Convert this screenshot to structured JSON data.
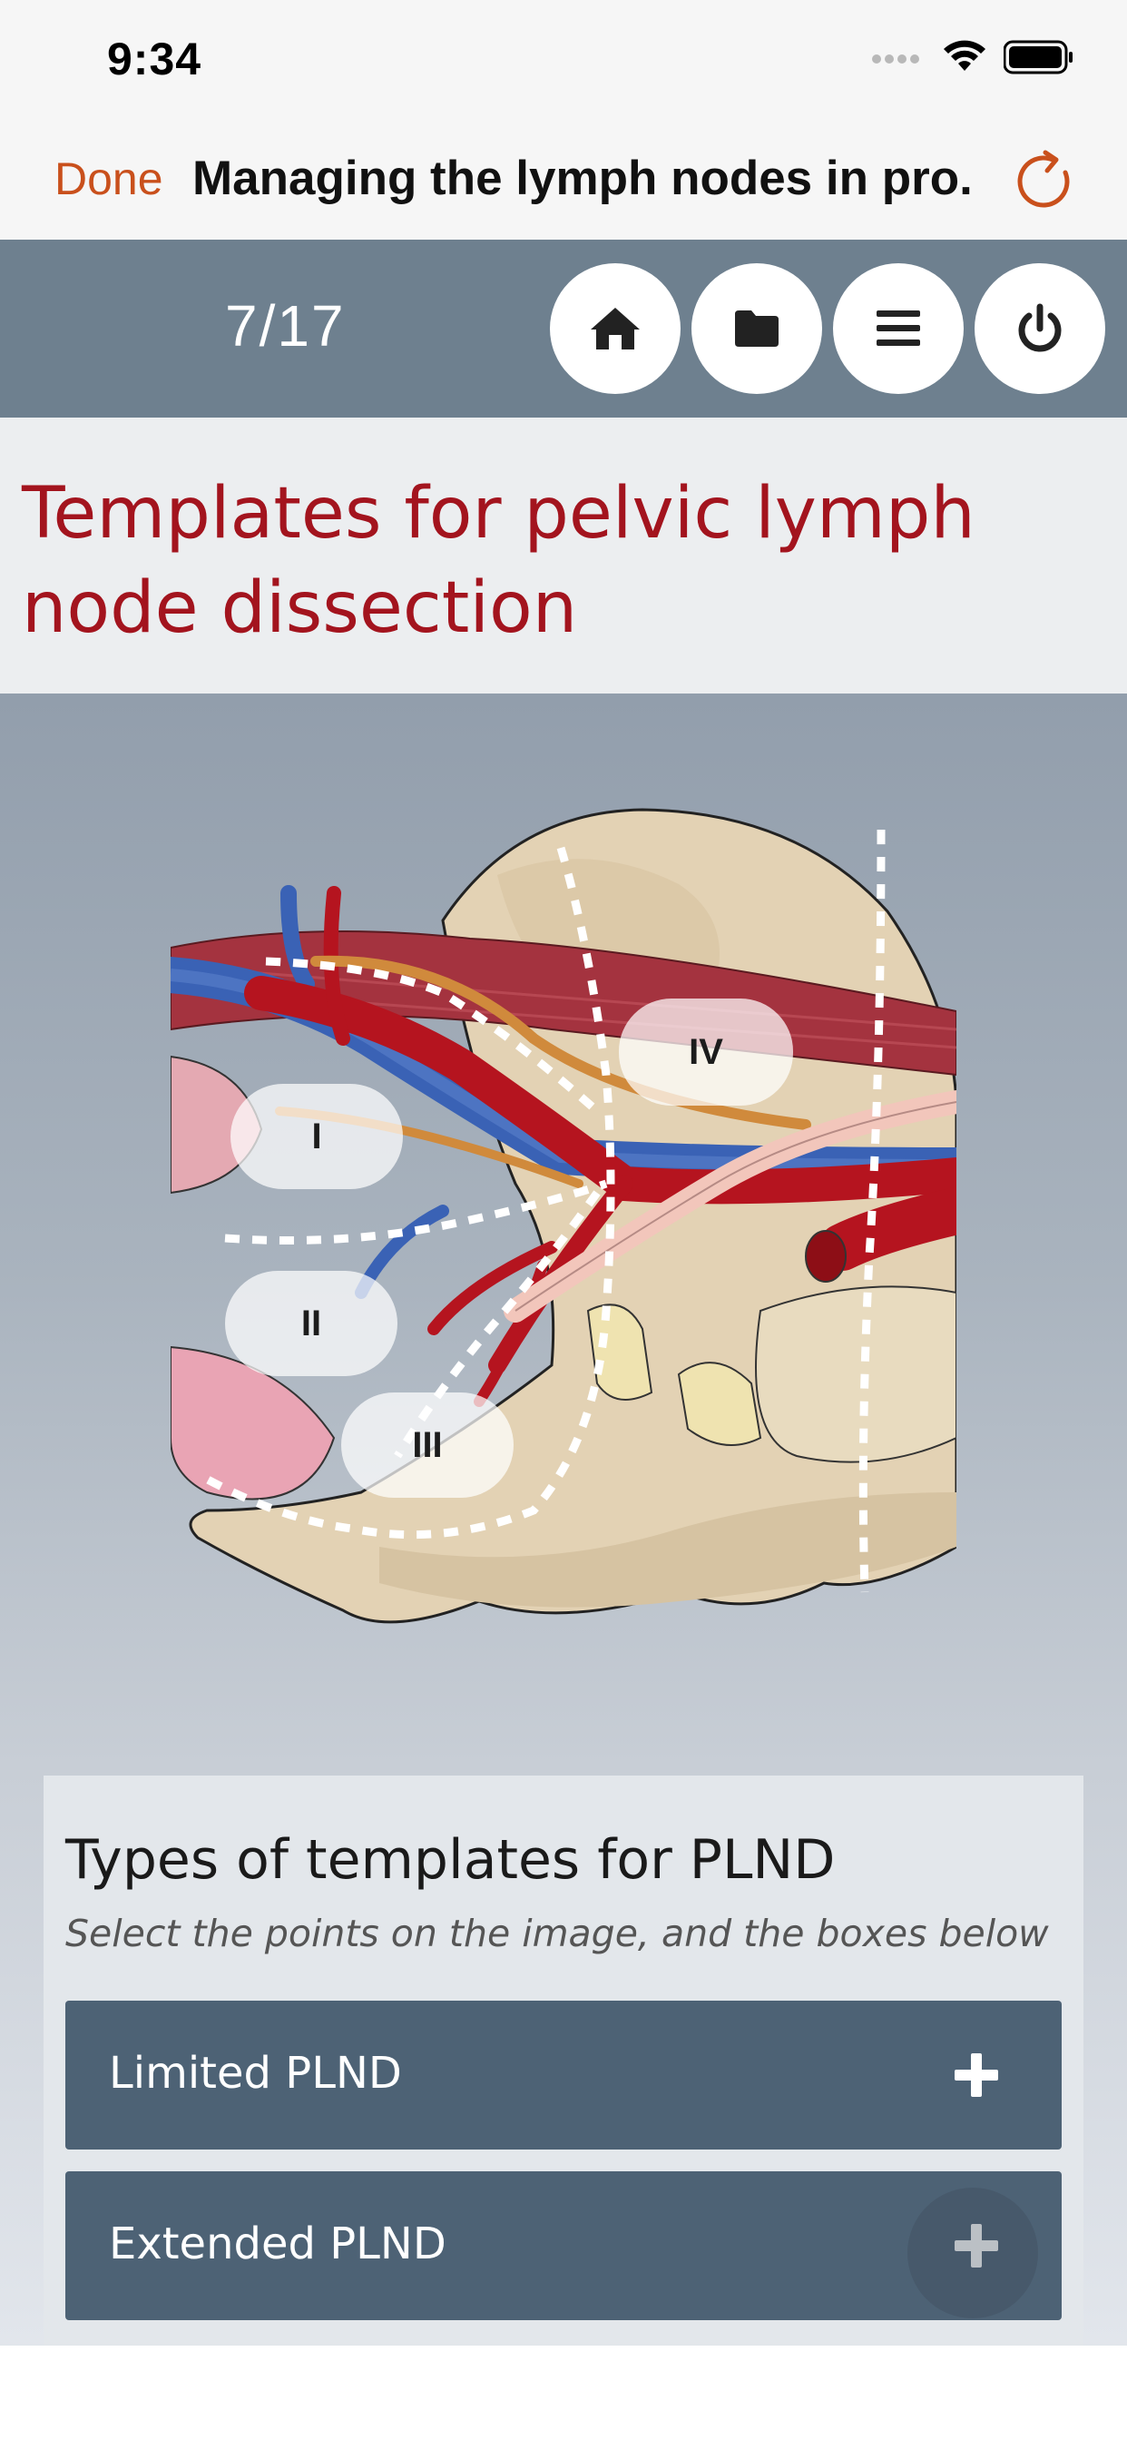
{
  "status_bar": {
    "time": "9:34"
  },
  "nav": {
    "done_label": "Done",
    "title": "Managing the lymph nodes in pro..."
  },
  "toolbar": {
    "counter": "7/17",
    "buttons": [
      {
        "name": "home-button",
        "icon": "home-icon"
      },
      {
        "name": "folder-button",
        "icon": "folder-icon"
      },
      {
        "name": "menu-button",
        "icon": "hamburger-menu-icon"
      },
      {
        "name": "power-button",
        "icon": "power-icon"
      }
    ]
  },
  "page": {
    "title": "Templates for pelvic lymph node dissection"
  },
  "illustration": {
    "labels": [
      "I",
      "II",
      "III",
      "IV"
    ]
  },
  "card": {
    "heading": "Types of templates for PLND",
    "subtitle": "Select the points on the image, and the boxes below",
    "accordions": [
      {
        "label": "Limited PLND"
      },
      {
        "label": "Extended PLND"
      }
    ]
  },
  "colors": {
    "accent": "#c9501c",
    "title_red": "#a3141e",
    "toolbar": "#6e808f",
    "accordion": "#4d6275"
  }
}
